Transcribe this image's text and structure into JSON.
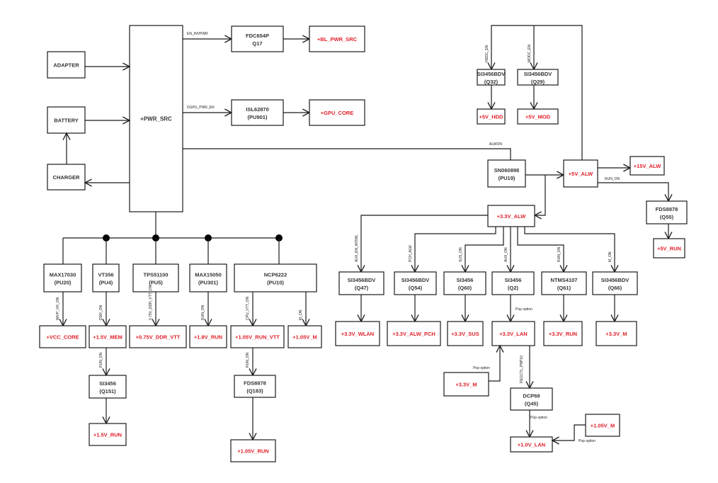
{
  "diagram": {
    "colors": {
      "rail": "#e0202a",
      "component": "#333333",
      "line": "#1a1a1a"
    },
    "sources": {
      "adapter": "ADAPTER",
      "battery": "BATTERY",
      "charger": "CHARGER",
      "pwr_src": "+PWR_SRC"
    },
    "top_branches": [
      {
        "signal": "EN_INVPWR",
        "component": [
          "FDC654P",
          "Q17"
        ],
        "rail": "+BL_PWR_SRC"
      },
      {
        "signal": "DGPU_PWR_EN",
        "component": [
          "ISL62870",
          "(PU901)"
        ],
        "rail": "+GPU_CORE"
      }
    ],
    "alw_signal": "ALWON",
    "sn060898": [
      "SN060898",
      "(PU19)"
    ],
    "rail_5v_alw": "+5V_ALW",
    "rail_15v_alw": "+15V_ALW",
    "run_on": "RUN_ON",
    "q55": {
      "component": [
        "FDS8878",
        "(Q55)"
      ],
      "rail": "+5V_RUN"
    },
    "top_right_switches": [
      {
        "signal": "HDDC_EN",
        "component": [
          "SI3456BDV",
          "(Q32)"
        ],
        "rail": "+5V_HDD"
      },
      {
        "signal": "MODC_EN",
        "component": [
          "SI3456BDV",
          "(Q29)"
        ],
        "rail": "+5V_MOD"
      }
    ],
    "rail_3v3_alw": "+3.3V_ALW",
    "alw_branches": [
      {
        "signal": "AUX_EN_WOWL",
        "component": [
          "SI3456BDV",
          "(Q47)"
        ],
        "rail": "+3.3V_WLAN"
      },
      {
        "signal": "PCH_ALW",
        "component": [
          "SI3456BDV",
          "(Q54)"
        ],
        "rail": "+3.3V_ALW_PCH"
      },
      {
        "signal": "SUS_ON",
        "component": [
          "SI3456",
          "(Q60)"
        ],
        "rail": "+3.3V_SUS"
      },
      {
        "signal": "AUX_ON",
        "component": [
          "SI3456",
          "(Q2)"
        ],
        "rail": "+3.3V_LAN"
      },
      {
        "signal": "RUN_ON",
        "component": [
          "NTMS4107",
          "(Q61)"
        ],
        "rail": "+3.3V_RUN"
      },
      {
        "signal": "M_ON",
        "component": [
          "SI3456BDV",
          "(Q66)"
        ],
        "rail": "+3.3V_M"
      }
    ],
    "lan_section": {
      "pop_option": "Pop option",
      "alt_rail_3v3_m": "+3.3V_M",
      "signal": "REGCTL_PNP10",
      "component": [
        "DCP69",
        "(Q45)"
      ],
      "rail": "+1.0V_LAN",
      "alt_rail_105v_m": "+1.05V_M"
    },
    "converters": [
      {
        "component": [
          "MAX17030",
          "(PU20)"
        ]
      },
      {
        "component": [
          "VT356",
          "(PU4)"
        ]
      },
      {
        "component": [
          "TPS51100",
          "(PU5)"
        ]
      },
      {
        "component": [
          "MAX15050",
          "(PU301)"
        ]
      },
      {
        "component": [
          "NCP6222",
          "(PU10)"
        ]
      }
    ],
    "converter_outputs": [
      {
        "signal": "IMVP_VR_ON",
        "rail": "+VCC_CORE"
      },
      {
        "signal": "DDR_ON",
        "rail": "+1.5V_MEM"
      },
      {
        "signal": "0.75V_DDR_VTT_ON",
        "rail": "+0.75V_DDR_VTT"
      },
      {
        "signal": "RUN_ON",
        "rail": "+1.8V_RUN"
      },
      {
        "signal": "CPU_VTT_ON",
        "rail": "+1.05V_RUN_VTT"
      },
      {
        "signal": "M_ON",
        "rail": "+1.05V_M"
      }
    ],
    "mem_run": {
      "signal": "RUN_ON",
      "component": [
        "SI3456",
        "(Q151)"
      ],
      "rail": "+1.5V_RUN"
    },
    "vtt_run": {
      "signal": "RUN_ON",
      "component": [
        "FDS8878",
        "(Q183)"
      ],
      "rail": "+1.05V_RUN"
    }
  }
}
